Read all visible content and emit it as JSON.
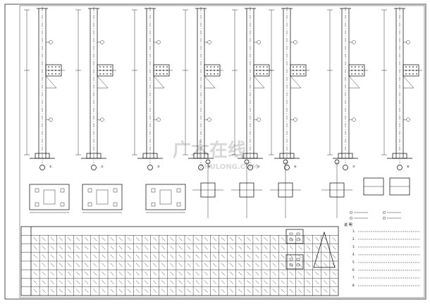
{
  "watermark": {
    "cn": "广木在线",
    "en": "ZHULONG.COM"
  },
  "notes": {
    "title": "说 明",
    "lines": [
      "1.",
      "2.",
      "3.",
      "4.",
      "5.",
      "6.",
      "7.",
      "8."
    ]
  },
  "legend": {
    "items": [
      "",
      "",
      "",
      ""
    ]
  },
  "table": {
    "rows": 8,
    "cols": 36,
    "group_labels": [
      "",
      "",
      ""
    ]
  },
  "column_labels": [
    "①",
    "②",
    "③",
    "④",
    "⑤",
    "⑥",
    "⑦",
    "⑧"
  ]
}
